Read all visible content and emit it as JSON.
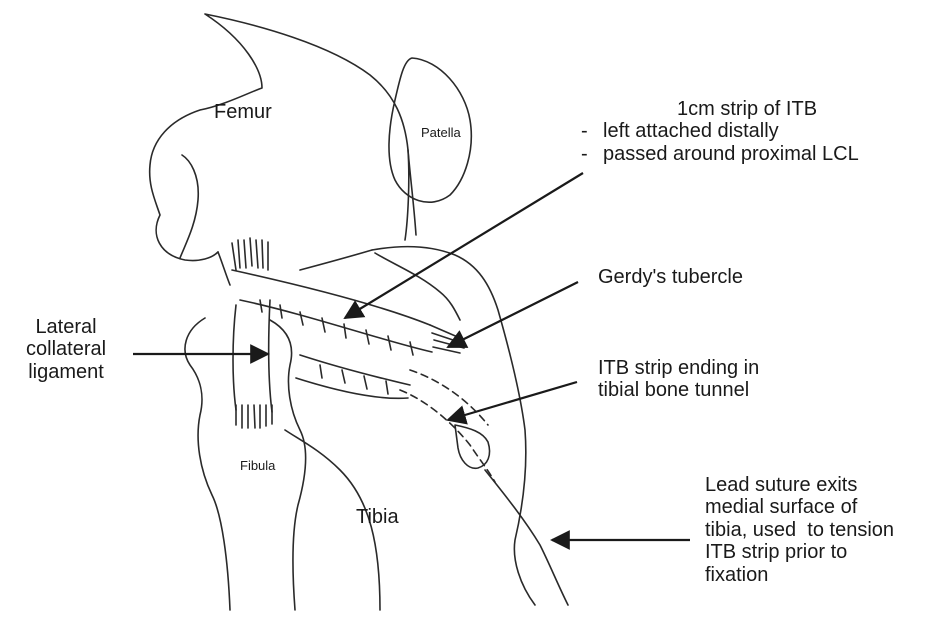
{
  "labels": {
    "femur": "Femur",
    "patella": "Patella",
    "tibia": "Tibia",
    "fibula": "Fibula",
    "lcl": [
      "Lateral",
      "collateral",
      "ligament"
    ],
    "itb_strip": {
      "title": "1cm strip of ITB",
      "bullets": [
        "left attached distally",
        "passed around proximal LCL"
      ]
    },
    "gerdys": "Gerdy's tubercle",
    "tunnel": [
      "ITB strip ending in",
      "tibial bone tunnel"
    ],
    "suture": [
      "Lead suture exits",
      "medial surface of",
      "tibia, used  to tension",
      "ITB strip prior to",
      "fixation"
    ]
  },
  "colors": {
    "ink": "#1a1a1a",
    "background": "#ffffff"
  }
}
